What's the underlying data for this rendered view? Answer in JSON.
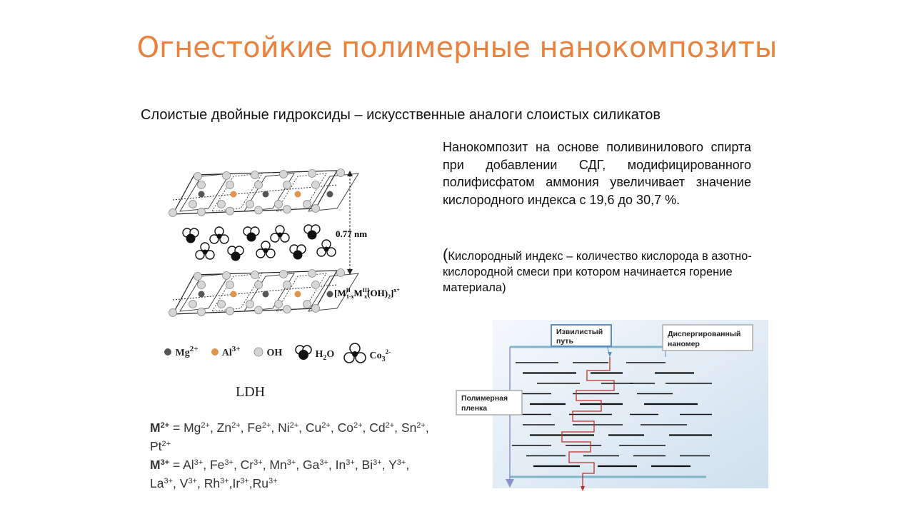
{
  "slide": {
    "title": "Огнестойкие полимерные нанокомпозиты",
    "subtitle": "Слоистые двойные гидроксиды – искусственные аналоги слоистых силикатов",
    "description": "Нанокомпозит на основе поливинилового спирта при добавлении СДГ, модифицированного полифисфатом аммония увеличивает значение кислородного индекса с 19,6 до 30,7 %.",
    "note_open": "(",
    "note_text": "Кислородный индекс – количество кислорода в азотно-кислородной смеси при котором начинается горение материала)"
  },
  "ldh_figure": {
    "spacing_label": "0.77 nm",
    "formula_label": "[M",
    "formula": {
      "prefix": "[M",
      "sup1": "II",
      "sub1": "1-x",
      "mid": "M",
      "sup2": "III",
      "sub2": "x",
      "tail": "(OH)",
      "sub3": "2",
      "end": "]",
      "sup3": "x+"
    },
    "caption": "LDH",
    "legend": [
      {
        "label": "Mg",
        "sup": "2+",
        "color": "#555555"
      },
      {
        "label": "Al",
        "sup": "3+",
        "color": "#e0954f"
      },
      {
        "label": "OH",
        "sup": "",
        "color": "#cccccc"
      },
      {
        "label": "H",
        "sub": "2",
        "tail": "O",
        "color": "#111111"
      },
      {
        "label": "Co",
        "sub": "3",
        "sup": "2-",
        "color": "#111111"
      }
    ]
  },
  "ions": {
    "m2": {
      "label": "M",
      "label_sup": "2+",
      "items": [
        {
          "el": "Mg",
          "ch": "2+"
        },
        {
          "el": "Zn",
          "ch": "2+"
        },
        {
          "el": "Fe",
          "ch": "2+"
        },
        {
          "el": "Ni",
          "ch": "2+"
        },
        {
          "el": "Cu",
          "ch": "2+"
        },
        {
          "el": "Co",
          "ch": "2+"
        },
        {
          "el": "Cd",
          "ch": "2+"
        },
        {
          "el": "Sn",
          "ch": "2+"
        },
        {
          "el": "Pt",
          "ch": "2+"
        }
      ]
    },
    "m3": {
      "label": "M",
      "label_sup": "3+",
      "items": [
        {
          "el": "Al",
          "ch": "3+"
        },
        {
          "el": "Fe",
          "ch": "3+"
        },
        {
          "el": "Cr",
          "ch": "3+"
        },
        {
          "el": "Mn",
          "ch": "3+"
        },
        {
          "el": "Ga",
          "ch": "3+"
        },
        {
          "el": "In",
          "ch": "3+"
        },
        {
          "el": "Bi",
          "ch": "3+"
        },
        {
          "el": "Y",
          "ch": "3+"
        },
        {
          "el": "La",
          "ch": "3+"
        },
        {
          "el": "V",
          "ch": "3+"
        },
        {
          "el": "Rh",
          "ch": "3+"
        },
        {
          "el": "Ir",
          "ch": "3+"
        },
        {
          "el": "Ru",
          "ch": "3+"
        }
      ]
    },
    "equals": " = "
  },
  "nano_figure": {
    "path_label_line1": "Извилистый",
    "path_label_line2": "путь",
    "nanomer_label_line1": "Диспергированный",
    "nanomer_label_line2": "наномер",
    "film_label_line1": "Полимерная",
    "film_label_line2": "пленка"
  },
  "colors": {
    "title": "#e8823e",
    "path": "#c0302a",
    "film_line": "#7fb6cc",
    "label_border_path": "#5b8ec2",
    "panel_bg_start": "#f4f8fc",
    "panel_bg_end": "#cfe0ee"
  }
}
